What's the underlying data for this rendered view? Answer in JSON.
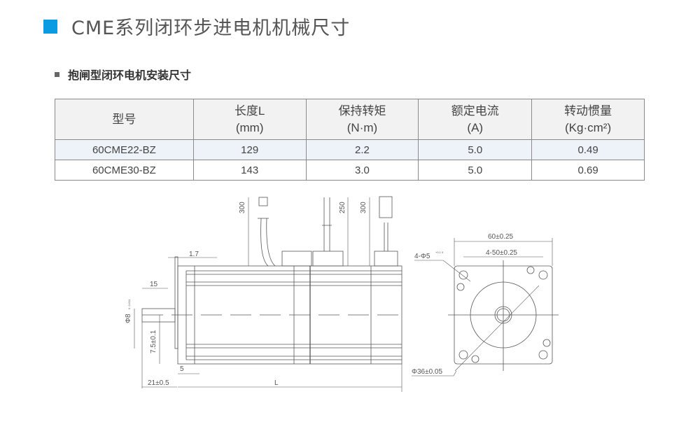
{
  "title": "CME系列闭环步进电机机械尺寸",
  "subtitle": "抱闸型闭环电机安装尺寸",
  "colors": {
    "accent": "#0b9be3"
  },
  "table": {
    "headers": [
      {
        "l1": "型号",
        "l2": ""
      },
      {
        "l1": "长度L",
        "l2": "(mm)"
      },
      {
        "l1": "保持转矩",
        "l2": "(N·m)"
      },
      {
        "l1": "额定电流",
        "l2": "(A)"
      },
      {
        "l1": "转动惯量",
        "l2": "(Kg·cm²)"
      }
    ],
    "rows": [
      [
        "60CME22-BZ",
        "129",
        "2.2",
        "5.0",
        "0.49"
      ],
      [
        "60CME30-BZ",
        "143",
        "3.0",
        "5.0",
        "0.69"
      ]
    ]
  },
  "drawing": {
    "side": {
      "cable1": "300",
      "cable2": "250",
      "cable3": "300",
      "flange": "1.7",
      "shaft_len": "15",
      "shaft_dia": "Φ8",
      "shaft_tol": "0 -0.011",
      "key": "7.5±0.1",
      "step": "5",
      "boss": "21±0.5",
      "length": "L"
    },
    "front": {
      "width": "60±0.25",
      "holes_pitch": "4-50±0.25",
      "holes": "4-Φ5",
      "holes_tol": "+0.1 0",
      "pilot": "Φ36±0.05"
    }
  }
}
